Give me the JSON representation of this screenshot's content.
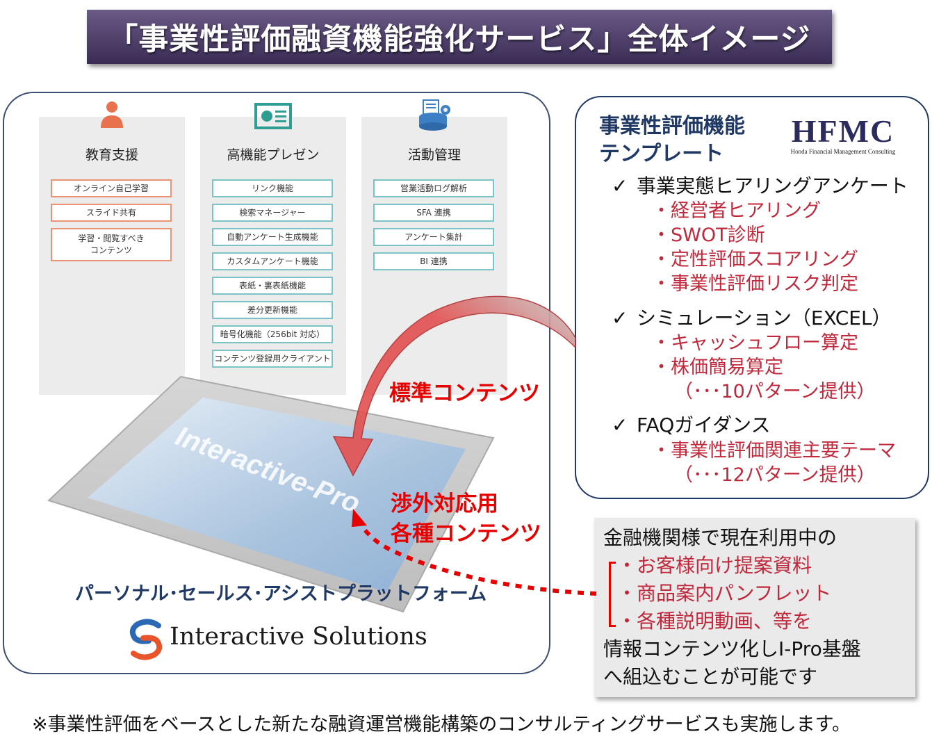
{
  "title": "「事業性評価融資機能強化サービス」全体イメージ",
  "platform": {
    "columns": [
      {
        "heading": "教育支援",
        "icon": "person-icon",
        "items": [
          "オンライン自己学習",
          "スライド共有",
          "学習・閲覧すべき\nコンテンツ"
        ]
      },
      {
        "heading": "高機能プレゼン",
        "icon": "presentation-icon",
        "items": [
          "リンク機能",
          "検索マネージャー",
          "自動アンケート生成機能",
          "カスタムアンケート機能",
          "表紙・裏表紙機能",
          "差分更新機能",
          "暗号化機能（256bit 対応）",
          "コンテンツ登録用クライアント"
        ]
      },
      {
        "heading": "活動管理",
        "icon": "database-gear-icon",
        "items": [
          "営業活動ログ解析",
          "SFA 連携",
          "アンケート集計",
          "BI 連携"
        ]
      }
    ],
    "tablet_text": "Interactive-Pro",
    "standard_label": "標準コンテンツ",
    "external_label_1": "渉外対応用",
    "external_label_2": "各種コンテンツ",
    "platform_name": "パーソナル･セールス･アシストプラットフォーム",
    "company_name": "Interactive Solutions"
  },
  "template": {
    "title_line1": "事業性評価機能",
    "title_line2": "テンプレート",
    "logo_main": "HFMC",
    "logo_sub": "Honda Financial Management Consulting",
    "check_mark": "✓",
    "groups": [
      {
        "label": "事業実態ヒアリングアンケート",
        "items": [
          "・経営者ヒアリング",
          "・SWOT診断",
          "・定性評価スコアリング",
          "・事業性評価リスク判定"
        ]
      },
      {
        "label": "シミュレーション（EXCEL）",
        "items": [
          "・キャッシュフロー算定",
          "・株価簡易算定",
          "（･･･10パターン提供）"
        ]
      },
      {
        "label": "FAQガイダンス",
        "items": [
          "・事業性評価関連主要テーマ",
          "（･･･12パターン提供）"
        ]
      }
    ]
  },
  "finance": {
    "intro": "金融機関様で現在利用中の",
    "items": [
      "・お客様向け提案資料",
      "・商品案内パンフレット",
      "・各種説明動画、等を"
    ],
    "outro_1": "情報コンテンツ化しI-Pro基盤",
    "outro_2": "へ組込むことが可能です"
  },
  "footnote": "※事業性評価をベースとした新たな融資運営機能構築のコンサルティングサービスも実施します。",
  "colors": {
    "banner": "#4b3d68",
    "navy": "#1f3864",
    "red": "#e60000",
    "crimson": "#c0283c",
    "orange_chip": "#e99475",
    "teal_chip": "#7cc3c8"
  }
}
